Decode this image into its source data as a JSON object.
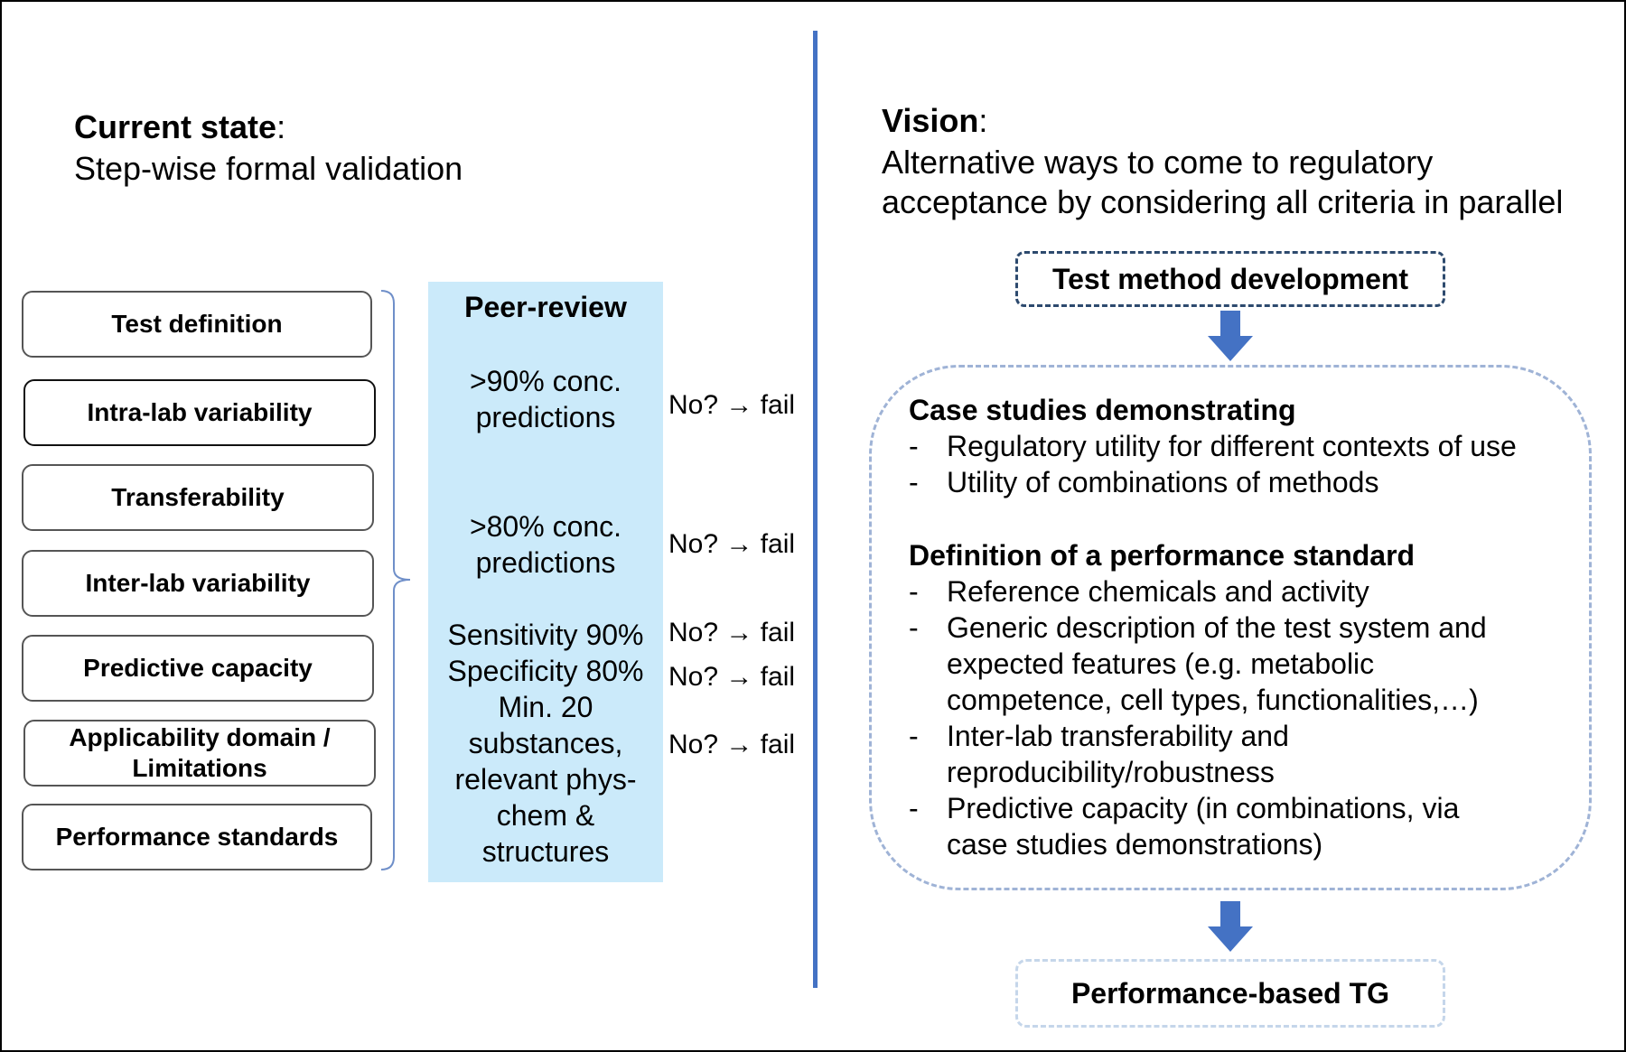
{
  "left": {
    "heading_bold": "Current state",
    "heading_colon": ":",
    "subheading": "Step-wise formal validation",
    "criteria": [
      "Test definition",
      "Intra-lab variability",
      "Transferability",
      "Inter-lab variability",
      "Predictive capacity",
      "Applicability domain / Limitations",
      "Performance standards"
    ],
    "peer_review": {
      "title": "Peer-review",
      "items": [
        ">90% conc. predictions",
        ">80% conc. predictions",
        "Sensitivity 90%",
        "Specificity 80%",
        "Min. 20 substances, relevant phys-chem & structures"
      ]
    },
    "fail_labels": [
      "No? → fail",
      "No? → fail",
      "No? → fail",
      "No? → fail",
      "No? → fail"
    ]
  },
  "right": {
    "heading_bold": "Vision",
    "heading_colon": ":",
    "subheading_line1": "Alternative ways to come to regulatory",
    "subheading_line2": "acceptance by considering all criteria in parallel",
    "dev_box": "Test method development",
    "case_studies": {
      "title": "Case studies demonstrating",
      "bullets": [
        "Regulatory utility for different contexts of use",
        "Utility of combinations of methods"
      ]
    },
    "performance_standard": {
      "title": "Definition of a performance standard",
      "bullets": [
        "Reference chemicals and activity",
        "Generic description of the test system and expected features (e.g. metabolic competence, cell types, functionalities,…)",
        "Inter-lab transferability and reproducibility/robustness",
        "Predictive capacity (in combinations, via case studies demonstrations)"
      ]
    },
    "bullet_dash": "-",
    "tg_box": "Performance-based TG"
  },
  "colors": {
    "peer_fill": "#cbeafa",
    "divider": "#4472c4",
    "arrow": "#4472c4",
    "dev_border": "#2d4a6e",
    "case_border": "#9fb3d6",
    "tg_border": "#c5d6ea"
  }
}
